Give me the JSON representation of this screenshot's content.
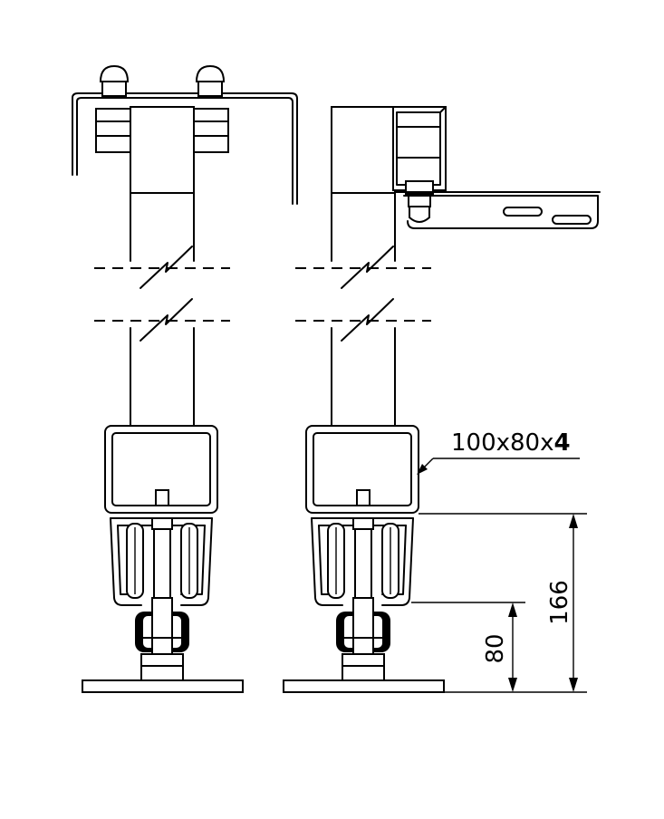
{
  "labels": {
    "profile_prefix": "100x80x",
    "profile_thickness": "4",
    "height_total": "166",
    "height_wheel": "80"
  },
  "colors": {
    "line": "#000000",
    "background": "#ffffff"
  }
}
